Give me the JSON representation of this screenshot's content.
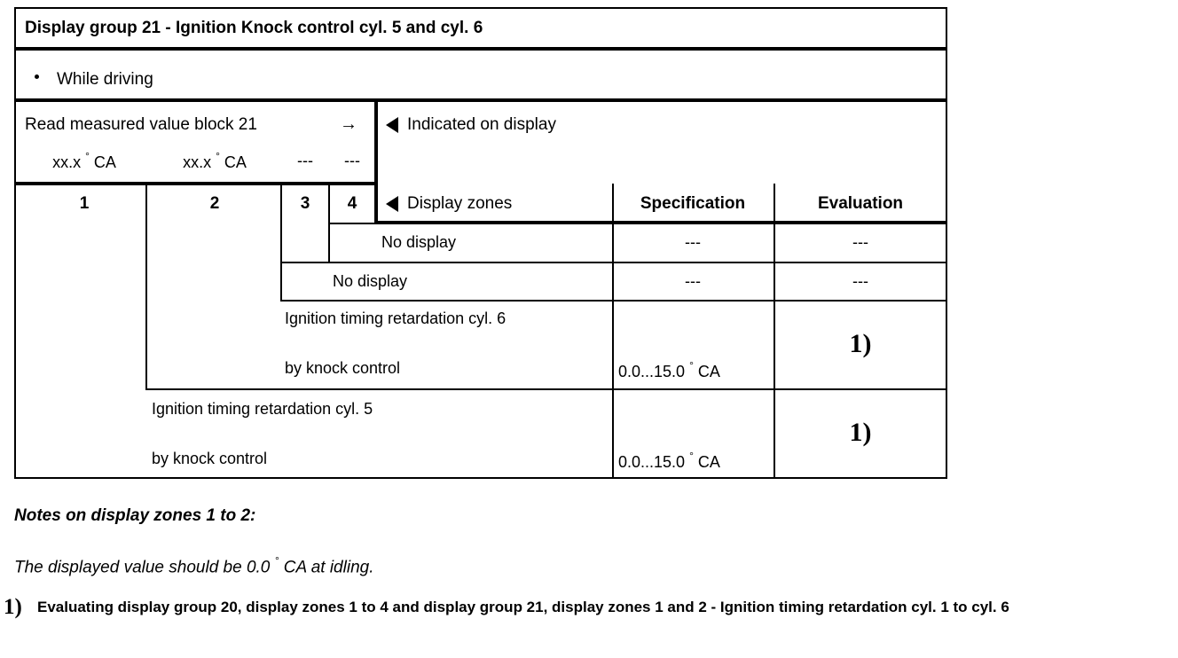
{
  "document": {
    "title": "Display group 21 - Ignition Knock control cyl. 5 and cyl. 6",
    "condition_bullet": "While driving",
    "read_block_label": "Read measured value block 21",
    "arrow_glyph": "→",
    "indicated_on_display": "Indicated on display",
    "display_zones_label": "Display zones",
    "measured_values": [
      "xx.x ° CA",
      "xx.x ° CA",
      "---",
      "---"
    ],
    "zone_numbers": [
      "1",
      "2",
      "3",
      "4"
    ],
    "columns": {
      "specification": "Specification",
      "evaluation": "Evaluation"
    },
    "rows": [
      {
        "zone": "4",
        "description": "No display",
        "specification": "---",
        "evaluation": "---"
      },
      {
        "zone": "3",
        "description": "No display",
        "specification": "---",
        "evaluation": "---"
      },
      {
        "zone": "2",
        "description_line1": "Ignition timing retardation cyl. 6",
        "description_line2": "by knock control",
        "specification": "0.0...15.0 ° CA",
        "evaluation": "1)"
      },
      {
        "zone": "1",
        "description_line1": "Ignition timing retardation cyl. 5",
        "description_line2": "by knock control",
        "specification": "0.0...15.0 ° CA",
        "evaluation": "1)"
      }
    ],
    "notes": {
      "heading": "Notes on display zones 1 to 2:",
      "body": "The displayed value should be 0.0 ° CA at idling."
    },
    "footnote": {
      "marker": "1)",
      "text": "Evaluating display group 20, display zones 1 to 4 and display group 21, display zones 1 and 2 - Ignition timing retardation cyl. 1 to cyl. 6"
    }
  }
}
